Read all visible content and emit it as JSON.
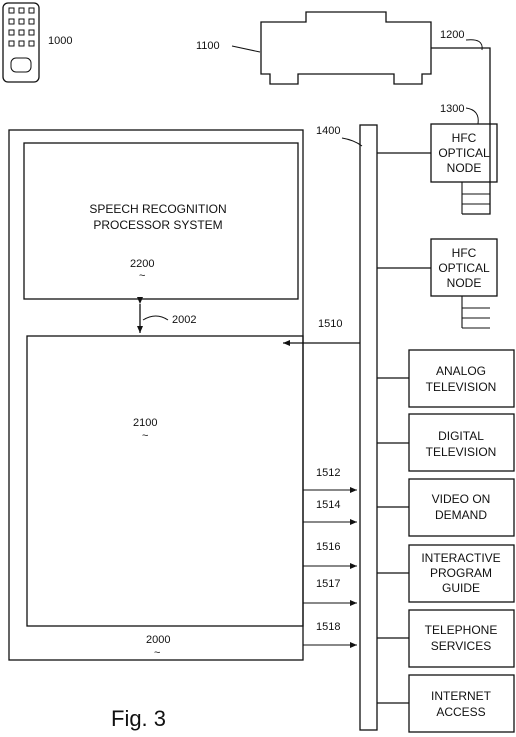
{
  "labels": {
    "remote": "1000",
    "settop": "1100",
    "cable": "1200",
    "node1": "1300",
    "bus": "1400",
    "link": "1510",
    "s1512": "1512",
    "s1514": "1514",
    "s1516": "1516",
    "s1517": "1517",
    "s1518": "1518",
    "headend": "2000",
    "speech": "2200",
    "processor": "2100",
    "connect": "2002",
    "tilde": "~"
  },
  "speech_box": {
    "line1": "SPEECH RECOGNITION",
    "line2": "PROCESSOR SYSTEM"
  },
  "nodes": [
    {
      "line1": "HFC",
      "line2": "OPTICAL",
      "line3": "NODE"
    },
    {
      "line1": "HFC",
      "line2": "OPTICAL",
      "line3": "NODE"
    }
  ],
  "services": [
    {
      "lines": [
        "ANALOG",
        "TELEVISION"
      ]
    },
    {
      "lines": [
        "DIGITAL",
        "TELEVISION"
      ]
    },
    {
      "lines": [
        "VIDEO ON",
        "DEMAND"
      ]
    },
    {
      "lines": [
        "INTERACTIVE",
        "PROGRAM",
        "GUIDE"
      ]
    },
    {
      "lines": [
        "TELEPHONE",
        "SERVICES"
      ]
    },
    {
      "lines": [
        "INTERNET",
        "ACCESS"
      ]
    }
  ],
  "caption": "Fig. 3"
}
